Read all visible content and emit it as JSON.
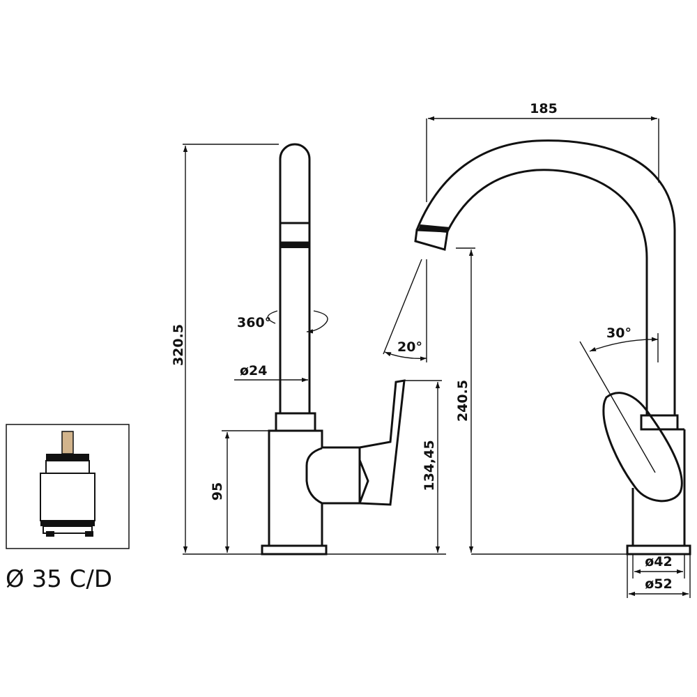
{
  "dimensions": {
    "total_height": "320.5",
    "outlet_height": "240.5",
    "body_height": "95",
    "lever_height": "134,45",
    "spout_reach": "185",
    "tube_diameter": "ø24",
    "base_inner_diameter": "ø42",
    "base_outer_diameter": "ø52",
    "swivel_angle": "360°",
    "spray_angle": "20°",
    "lever_angle": "30°"
  },
  "cartridge": {
    "label": "Ø 35 C/D",
    "stem_color": "#d2b48c"
  }
}
